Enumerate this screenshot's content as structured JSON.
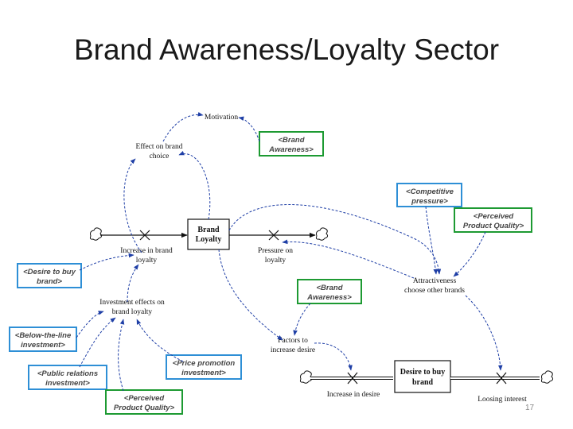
{
  "title": "Brand Awareness/Loyalty Sector",
  "page_number": "17",
  "colors": {
    "link": "#1f3fa6",
    "box_blue": "#2e8fd6",
    "box_green": "#1d9a32"
  },
  "stocks": {
    "brand_loyalty": [
      "Brand",
      "Loyalty"
    ],
    "desire_to_buy": [
      "Desire to buy",
      "brand"
    ]
  },
  "variables": {
    "motivation": [
      "Motivation"
    ],
    "effect_on_brand_choice": [
      "Effect on brand",
      "choice"
    ],
    "increase_in_brand_loyalty": [
      "Increase in brand",
      "loyalty"
    ],
    "pressure_on_loyalty": [
      "Pressure on",
      "loyalty"
    ],
    "investment_effects_on_brand_loyalty": [
      "Investment effects on",
      "brand loyalty"
    ],
    "attractiveness_choose_other_brands": [
      "Attractiveness",
      "choose other brands"
    ],
    "factors_to_increase_desire": [
      "Factors to",
      "increase desire"
    ],
    "increase_in_desire": [
      "Increase in desire"
    ],
    "loosing_interest": [
      "Loosing interest"
    ]
  },
  "shadows": {
    "brand_awareness_top": [
      "<Brand",
      "Awareness>"
    ],
    "competitive_pressure": [
      "<Competitive",
      "pressure>"
    ],
    "perceived_quality_right": [
      "<Perceived",
      "Product Quality>"
    ],
    "desire_to_buy_brand": [
      "<Desire to buy",
      "brand>"
    ],
    "brand_awareness_mid": [
      "<Brand",
      "Awareness>"
    ],
    "below_the_line": [
      "<Below-the-line",
      "investment>"
    ],
    "price_promotion": [
      "<Price promotion",
      "investment>"
    ],
    "public_relations": [
      "<Public relations",
      "investment>"
    ],
    "perceived_quality_bottom": [
      "<Perceived",
      "Product Quality>"
    ]
  }
}
